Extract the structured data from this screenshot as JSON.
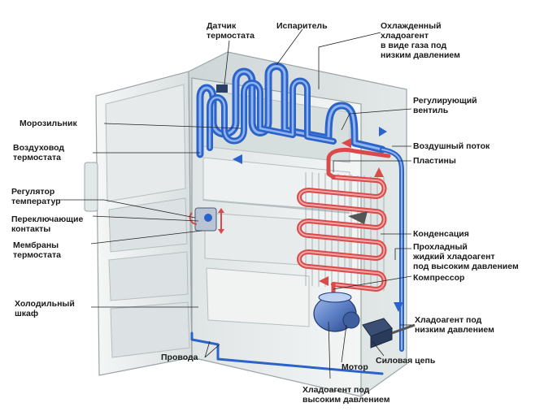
{
  "colors": {
    "cold_pipe": "#2b63c9",
    "cold_pipe_light": "#8fb4f0",
    "hot_pipe": "#d94a4a",
    "hot_pipe_light": "#f2a5a5",
    "cabinet": "#e9ecec",
    "cabinet_shadow": "#c8cfd0",
    "leader": "#222222"
  },
  "labels": {
    "thermostat_sensor": [
      "Датчик",
      "термостата"
    ],
    "evaporator": [
      "Испаритель"
    ],
    "cooled_gas": [
      "Охлажденный",
      "хладоагент",
      "в виде газа под",
      "низким давлением"
    ],
    "regulating_valve": [
      "Регулирующий",
      "вентиль"
    ],
    "freezer": [
      "Морозильник"
    ],
    "air_duct": [
      "Воздуховод",
      "термостата"
    ],
    "airflow": [
      "Воздушный поток"
    ],
    "plates": [
      "Пластины"
    ],
    "temp_regulator": [
      "Регулятор",
      "температур"
    ],
    "switch_contacts": [
      "Переключающие",
      "контакты"
    ],
    "membranes": [
      "Мембраны",
      "термостата"
    ],
    "condensation": [
      "Конденсация"
    ],
    "cool_liquid": [
      "Прохладный",
      "жидкий хладоагент",
      "под высоким давлением"
    ],
    "compressor": [
      "Компрессор"
    ],
    "fridge_cabinet": [
      "Холодильный",
      "шкаф"
    ],
    "low_pressure": [
      "Хладоагент под",
      "низким давлением"
    ],
    "wires": [
      "Провода"
    ],
    "motor": [
      "Мотор"
    ],
    "power_circuit": [
      "Силовая цепь"
    ],
    "high_pressure": [
      "Хладоагент под",
      "высоким давлением"
    ]
  }
}
